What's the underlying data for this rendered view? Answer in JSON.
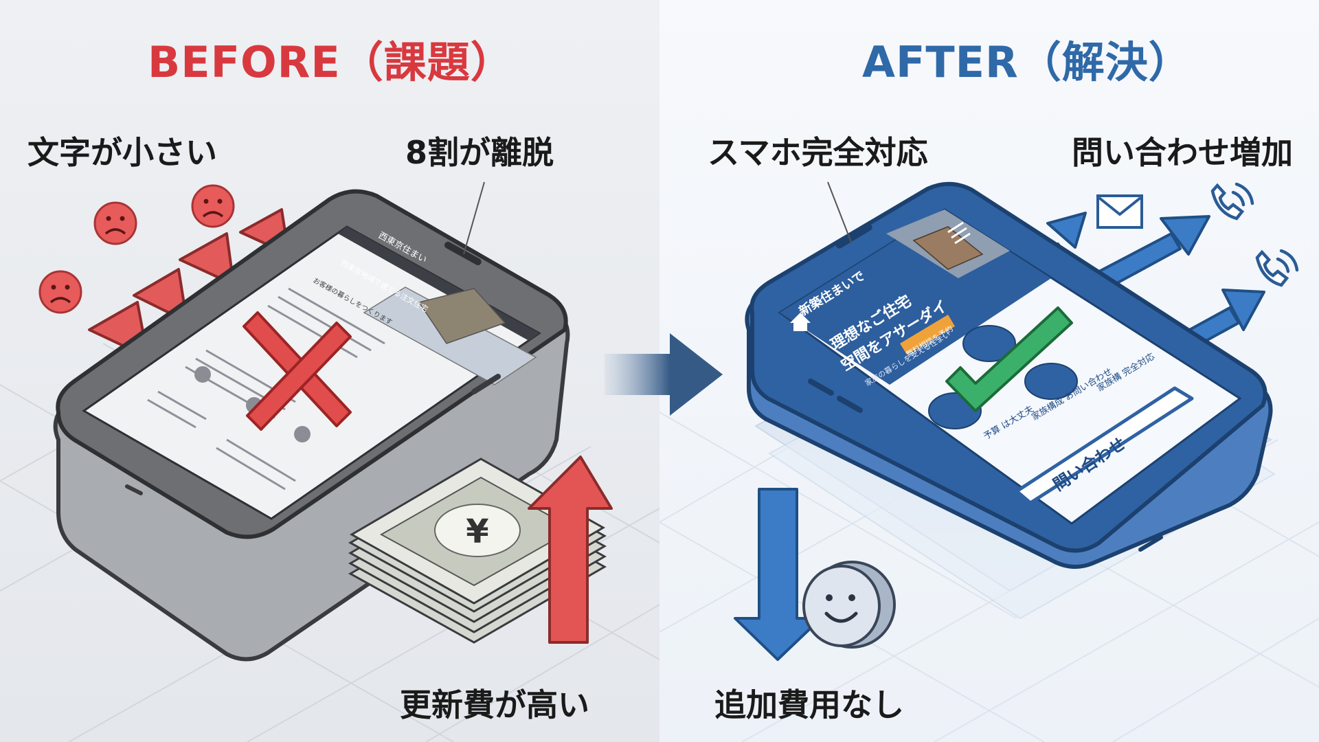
{
  "before": {
    "title": "BEFORE（課題）",
    "labels": {
      "small_text": "文字が小さい",
      "dropout": "8割が離脱",
      "cost_high": "更新費が高い"
    },
    "phone_screen": {
      "site_name": "西東京住まい",
      "hero_line1": "西東京地域で建てる注文住宅",
      "hero_line2": "お客様の暮らしをつくります"
    }
  },
  "after": {
    "title": "AFTER（解決）",
    "labels": {
      "mobile": "スマホ完全対応",
      "inquiry": "問い合わせ増加",
      "no_cost": "追加費用なし"
    },
    "phone_screen": {
      "site_name": "新築住まいで",
      "hero_line1": "理想なご住宅",
      "hero_line2": "空間をアサーダイ",
      "hero_sub": "家族の暮らしを支える住まい",
      "cta_small": "無料相談を予約",
      "feature_1": "予算\nは大丈夫",
      "feature_2": "家族構成\nお問い合わせ",
      "feature_3": "家族構\n完全対応",
      "cta_big": "問い合わせ"
    }
  },
  "colors": {
    "before_accent": "#d8393f",
    "after_accent": "#2f69a8",
    "check": "#3bb06a"
  },
  "icons": [
    "sad-face-icon",
    "cross-icon",
    "yen-banknote-icon",
    "arrow-up-icon",
    "arrow-right-icon",
    "envelope-icon",
    "phone-icon",
    "check-icon",
    "smiley-coin-icon",
    "arrow-down-icon",
    "home-icon",
    "hamburger-icon"
  ]
}
